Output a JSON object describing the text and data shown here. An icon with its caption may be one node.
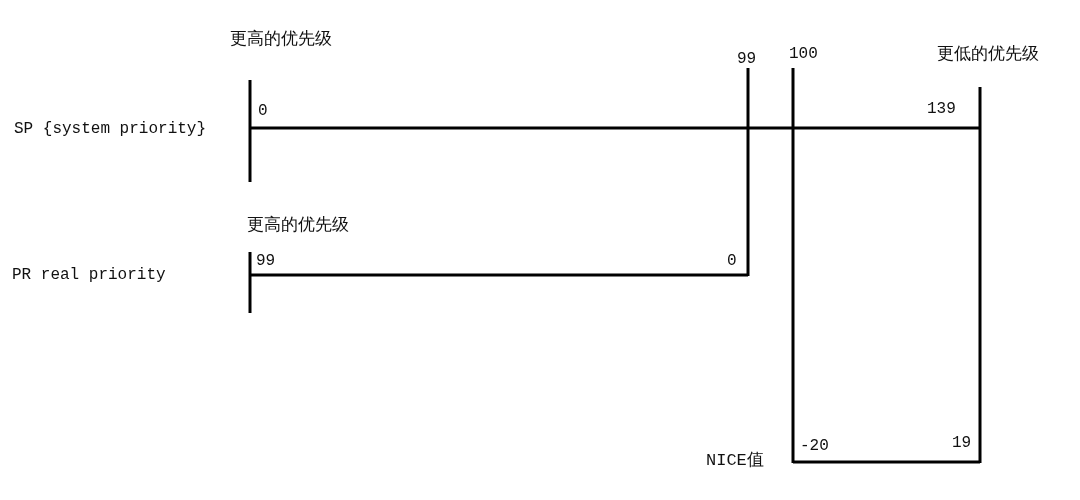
{
  "diagram": {
    "labels": [
      "更高的优先级",
      "99",
      "100",
      "更低的优先级",
      "SP {system priority}",
      "0",
      "139",
      "更高的优先级",
      "PR real priority",
      "99",
      "0",
      "NICE值",
      "-20",
      "19"
    ]
  }
}
